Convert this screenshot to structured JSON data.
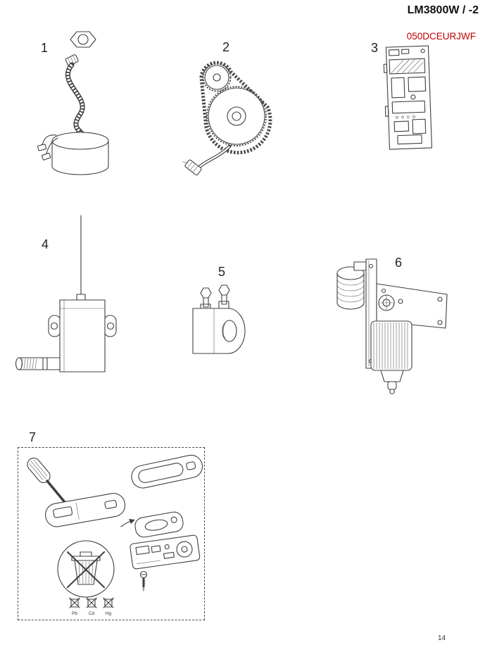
{
  "header": {
    "title": "LM3800W / -2",
    "code": "050DCEURJWF"
  },
  "footer": {
    "page_number": "14"
  },
  "parts": [
    {
      "number": "1"
    },
    {
      "number": "2"
    },
    {
      "number": "3"
    },
    {
      "number": "4"
    },
    {
      "number": "5"
    },
    {
      "number": "6"
    },
    {
      "number": "7"
    }
  ],
  "battery_symbols": {
    "labels": [
      "Pb",
      "Cd",
      "Hg"
    ]
  },
  "colors": {
    "code_red": "#c00000",
    "line_art": "#3f3f3f"
  }
}
